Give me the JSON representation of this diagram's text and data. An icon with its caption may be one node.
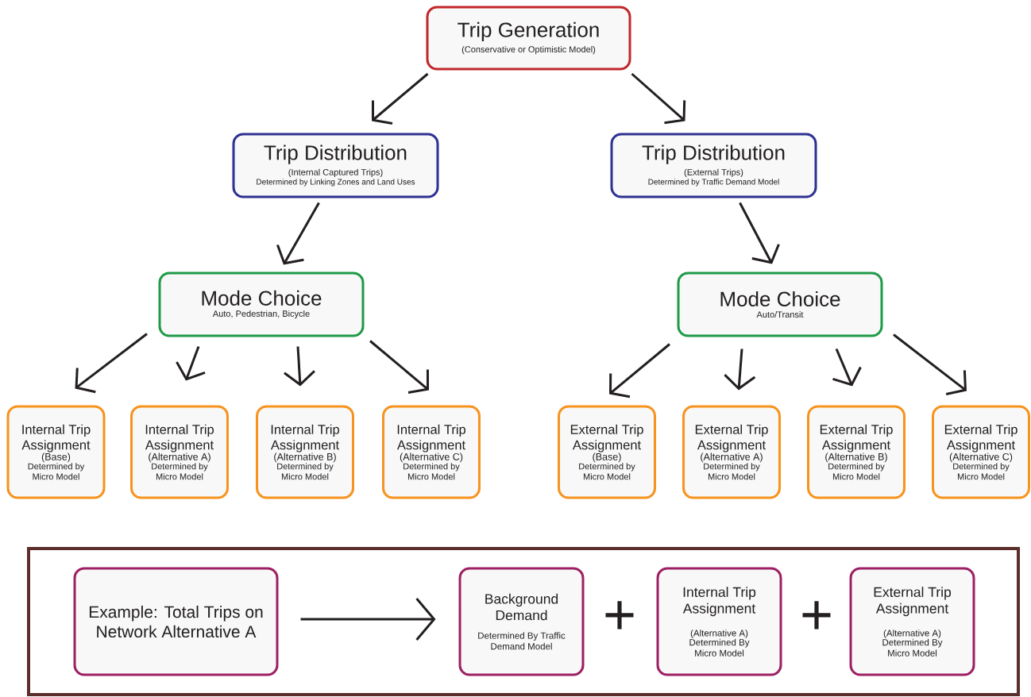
{
  "diagram": {
    "nodes": [
      {
        "text": [
          "Trip Generation",
          "(Conservative or Optimistic Model)"
        ]
      },
      {
        "text": [
          "Trip Distribution",
          "(Internal Captured Trips)",
          "Determined by Linking Zones and Land Uses"
        ]
      },
      {
        "text": [
          "Trip Distribution",
          "(External Trips)",
          "Determined by Traffic Demand Model"
        ]
      },
      {
        "text": [
          "Mode Choice",
          "Auto, Pedestrian, Bicycle"
        ]
      },
      {
        "text": [
          "Mode Choice",
          "Auto/Transit"
        ]
      },
      {
        "text": [
          "Internal Trip Assignment",
          "(Base)",
          "Determined by Micro Model"
        ]
      },
      {
        "text": [
          "Internal Trip Assignment",
          "(Alternative A)",
          "Determined by Micro Model"
        ]
      },
      {
        "text": [
          "Internal Trip Assignment",
          "(Alternative B)",
          "Determined by Micro Model"
        ]
      },
      {
        "text": [
          "Internal Trip Assignment",
          "(Alternative C)",
          "Determined by Micro Model"
        ]
      },
      {
        "text": [
          "External Trip Assignment",
          "(Base)",
          "Determined by Micro Model"
        ]
      },
      {
        "text": [
          "External Trip Assignment",
          "(Alternative A)",
          "Determined by Micro Model"
        ]
      },
      {
        "text": [
          "External Trip Assignment",
          "(Alternative B)",
          "Determined by Micro Model"
        ]
      },
      {
        "text": [
          "External Trip Assignment",
          "(Alternative C)",
          "Determined by Micro Model"
        ]
      },
      {
        "text": [],
        "shape": "box"
      },
      {
        "text": [
          "Example: Total Trips on Network Alternative A"
        ],
        "in": 13
      },
      {
        "text": [
          "Background Demand",
          "Determined By Traffic Demand Model"
        ],
        "in": 13
      },
      {
        "text": [
          "Internal Trip Assignment",
          "(Alternative A)",
          "Determined By Micro Model"
        ],
        "in": 13
      },
      {
        "text": [
          "External Trip Assignment",
          "(Alternative A)",
          "Determined By Micro Model"
        ],
        "in": 13
      }
    ],
    "edges": [
      {
        "from": 0,
        "to": 1,
        "arrow": "to"
      },
      {
        "from": 0,
        "to": 2,
        "arrow": "to"
      },
      {
        "from": 1,
        "to": 3,
        "arrow": "to"
      },
      {
        "from": 2,
        "to": 4,
        "arrow": "to"
      },
      {
        "from": 3,
        "to": 5,
        "arrow": "to"
      },
      {
        "from": 3,
        "to": 6,
        "arrow": "to"
      },
      {
        "from": 3,
        "to": 7,
        "arrow": "to"
      },
      {
        "from": 3,
        "to": 8,
        "arrow": "to"
      },
      {
        "from": 4,
        "to": 9,
        "arrow": "to"
      },
      {
        "from": 4,
        "to": 10,
        "arrow": "to"
      },
      {
        "from": 4,
        "to": 11,
        "arrow": "to"
      },
      {
        "from": 4,
        "to": 12,
        "arrow": "to"
      },
      {
        "from": 14,
        "to": 15,
        "arrow": "to"
      }
    ],
    "labels": [
      "+",
      "+"
    ]
  }
}
